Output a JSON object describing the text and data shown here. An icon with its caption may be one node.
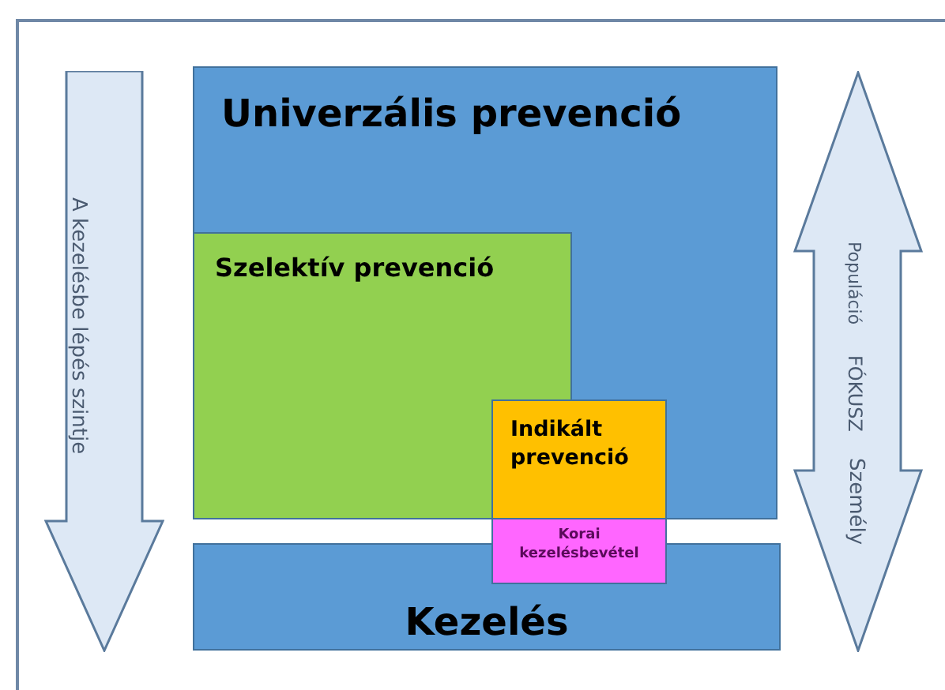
{
  "diagram": {
    "nodes": [
      {
        "text": [
          "A kezelésbe lépés szintje"
        ]
      },
      {
        "text": [
          "Univerzális prevenció"
        ]
      },
      {
        "text": [
          "Szelektív prevenció"
        ],
        "in": 1
      },
      {
        "text": [
          "Indikált prevenció"
        ],
        "in": 1
      },
      {
        "text": [
          "Korai kezelésbevétel"
        ]
      },
      {
        "text": [
          "Kezelés"
        ]
      },
      {
        "text": [
          "Populáció",
          "FÓKUSZ",
          "Személy"
        ]
      }
    ]
  }
}
